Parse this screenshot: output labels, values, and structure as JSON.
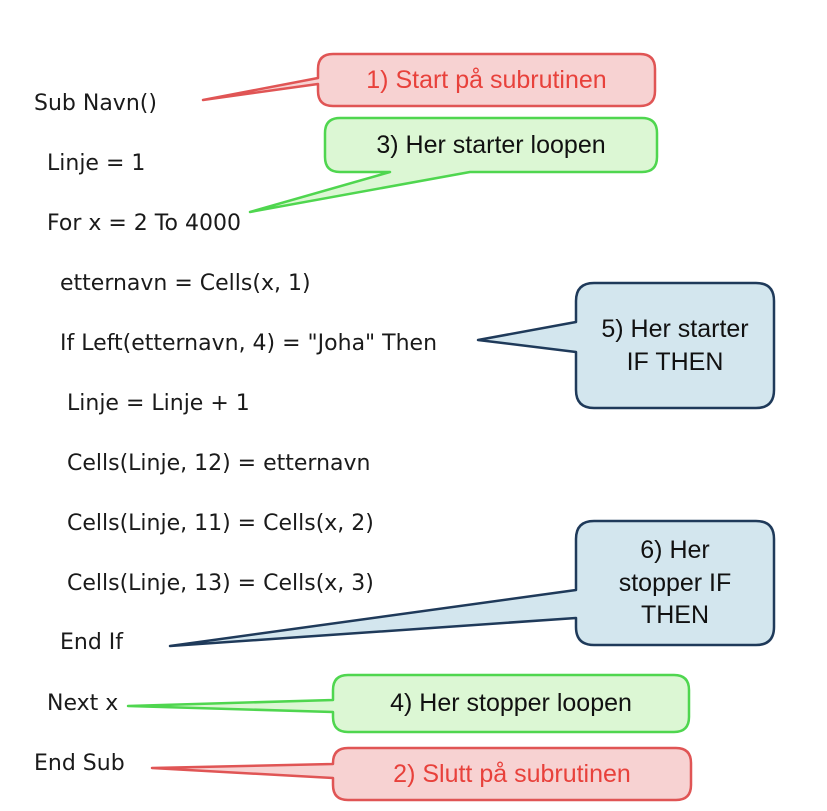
{
  "code_lines": [
    "Sub Navn()",
    "Linje = 1",
    "For x = 2 To 4000",
    "etternavn = Cells(x, 1)",
    "If Left(etternavn, 4) = \"Joha\" Then",
    "Linje = Linje + 1",
    "Cells(Linje, 12) = etternavn",
    "Cells(Linje, 11) = Cells(x, 2)",
    "Cells(Linje, 13) = Cells(x, 3)",
    "End If",
    "Next x",
    "End Sub"
  ],
  "callouts": {
    "start_sub": {
      "text": "1) Start på subrutinen",
      "text_color": "#e8413b",
      "fill": "#f7d2d2",
      "stroke": "#e05555"
    },
    "start_loop": {
      "text": "3) Her starter loopen",
      "text_color": "#111111",
      "fill": "#dcf7d4",
      "stroke": "#4fd64f"
    },
    "start_if": {
      "text": "5) Her starter IF THEN",
      "text_color": "#111111",
      "fill": "#d3e6ee",
      "stroke": "#1f3a5a"
    },
    "stop_if": {
      "text": "6) Her stopper IF THEN",
      "text_color": "#111111",
      "fill": "#d3e6ee",
      "stroke": "#1f3a5a"
    },
    "stop_loop": {
      "text": "4) Her stopper loopen",
      "text_color": "#111111",
      "fill": "#dcf7d4",
      "stroke": "#4fd64f"
    },
    "end_sub": {
      "text": "2) Slutt på subrutinen",
      "text_color": "#e8413b",
      "fill": "#f7d2d2",
      "stroke": "#e05555"
    }
  }
}
